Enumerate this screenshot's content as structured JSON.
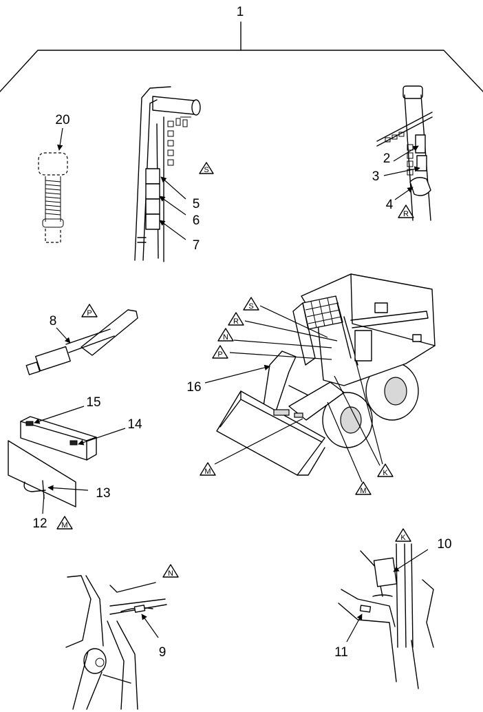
{
  "callouts": {
    "c1": "1",
    "c2": "2",
    "c3": "3",
    "c4": "4",
    "c5": "5",
    "c6": "6",
    "c7": "7",
    "c8": "8",
    "c9": "9",
    "c10": "10",
    "c11": "11",
    "c12": "12",
    "c13": "13",
    "c14": "14",
    "c15": "15",
    "c16": "16",
    "c20": "20"
  },
  "view_markers": {
    "S": "S",
    "R": "R",
    "P": "P",
    "N": "N",
    "M": "M",
    "K": "K"
  }
}
